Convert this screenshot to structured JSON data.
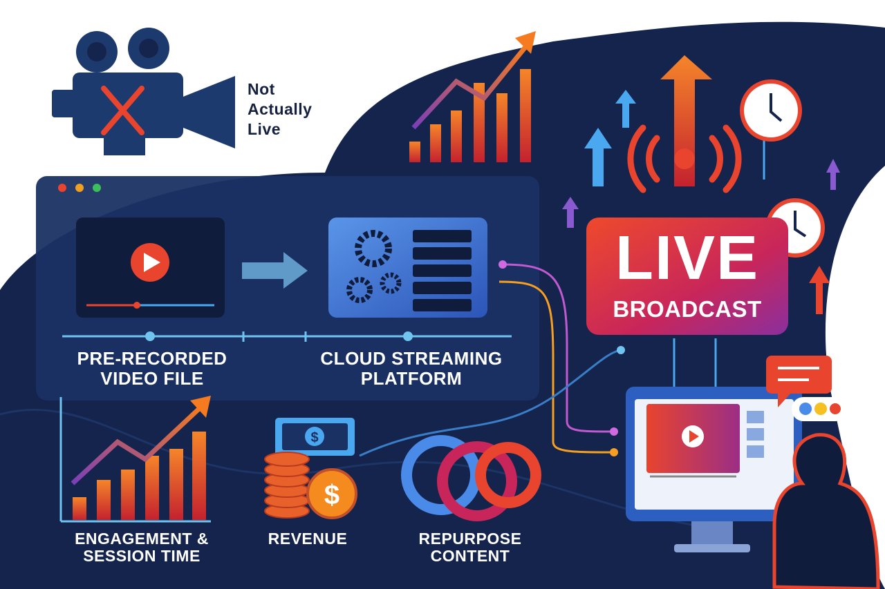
{
  "camera": {
    "caption_lines": [
      "Not",
      "Actually",
      "Live"
    ]
  },
  "pipeline": {
    "source_label_lines": [
      "PRE-RECORDED",
      "VIDEO FILE"
    ],
    "platform_label_lines": [
      "CLOUD STREAMING",
      "PLATFORM"
    ]
  },
  "live_badge": {
    "title": "LIVE",
    "subtitle": "BROADCAST"
  },
  "benefits": [
    {
      "label_lines": [
        "ENGAGEMENT &",
        "SESSION TIME"
      ],
      "icon": "growth-chart-icon"
    },
    {
      "label_lines": [
        "REVENUE"
      ],
      "icon": "money-icon"
    },
    {
      "label_lines": [
        "REPURPOSE",
        "CONTENT"
      ],
      "icon": "rings-icon"
    }
  ],
  "colors": {
    "navy": "#14244d",
    "accent_red": "#e8442e",
    "accent_orange": "#f58a1f",
    "accent_purple": "#8a3fb8",
    "accent_blue": "#4aa8f0"
  }
}
